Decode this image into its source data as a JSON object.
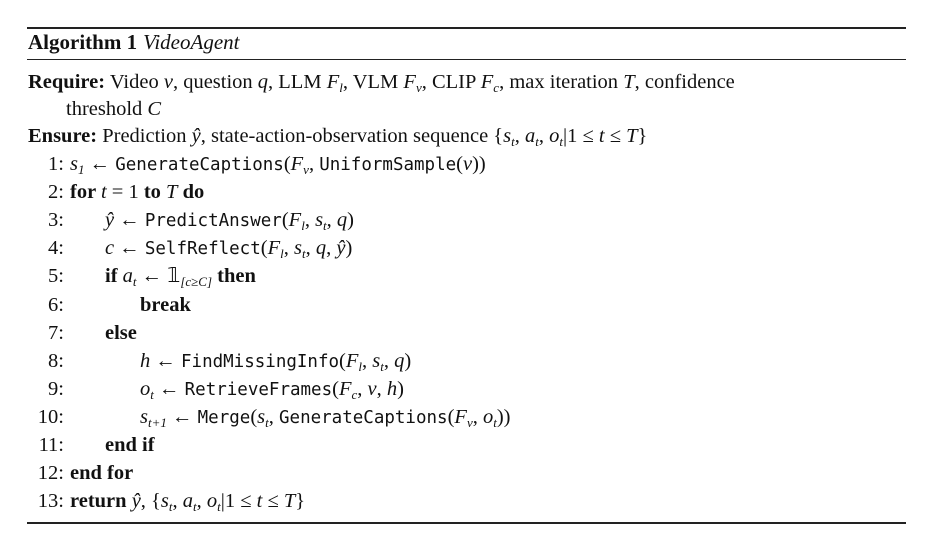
{
  "algorithm": {
    "label": "Algorithm 1",
    "name": "VideoAgent",
    "require_label": "Require:",
    "require": [
      [
        "rm",
        "Video "
      ],
      [
        "it",
        "v"
      ],
      [
        "rm",
        ", question "
      ],
      [
        "it",
        "q"
      ],
      [
        "rm",
        ", LLM "
      ],
      [
        "it",
        "F"
      ],
      [
        "sub",
        "l"
      ],
      [
        "rm",
        ", VLM "
      ],
      [
        "it",
        "F"
      ],
      [
        "sub",
        "v"
      ],
      [
        "rm",
        ", CLIP "
      ],
      [
        "it",
        "F"
      ],
      [
        "sub",
        "c"
      ],
      [
        "rm",
        ", max iteration "
      ],
      [
        "it",
        "T"
      ],
      [
        "rm",
        ", confidence"
      ]
    ],
    "require_cont": [
      [
        "rm",
        "threshold "
      ],
      [
        "it",
        "C"
      ]
    ],
    "ensure_label": "Ensure:",
    "ensure": [
      [
        "rm",
        "Prediction "
      ],
      [
        "it",
        "ŷ"
      ],
      [
        "rm",
        ", state-action-observation sequence {"
      ],
      [
        "it",
        "s"
      ],
      [
        "sub",
        "t"
      ],
      [
        "rm",
        ", "
      ],
      [
        "it",
        "a"
      ],
      [
        "sub",
        "t"
      ],
      [
        "rm",
        ", "
      ],
      [
        "it",
        "o"
      ],
      [
        "sub",
        "t"
      ],
      [
        "rm",
        "|1 ≤ "
      ],
      [
        "it",
        "t"
      ],
      [
        "rm",
        " ≤ "
      ],
      [
        "it",
        "T"
      ],
      [
        "rm",
        "}"
      ]
    ],
    "lines": [
      {
        "num": "1:",
        "indent": 0,
        "seg": [
          [
            "it",
            "s"
          ],
          [
            "sub",
            "1"
          ],
          [
            "rm",
            " ← "
          ],
          [
            "code",
            "GenerateCaptions"
          ],
          [
            "rm",
            "("
          ],
          [
            "it",
            "F"
          ],
          [
            "sub",
            "v"
          ],
          [
            "rm",
            ", "
          ],
          [
            "code",
            "UniformSample"
          ],
          [
            "rm",
            "("
          ],
          [
            "it",
            "v"
          ],
          [
            "rm",
            "))"
          ]
        ]
      },
      {
        "num": "2:",
        "indent": 0,
        "seg": [
          [
            "kw",
            "for "
          ],
          [
            "it",
            "t"
          ],
          [
            "rm",
            " = 1 "
          ],
          [
            "kw",
            "to "
          ],
          [
            "it",
            "T"
          ],
          [
            "kw",
            " do"
          ]
        ]
      },
      {
        "num": "3:",
        "indent": 1,
        "seg": [
          [
            "it",
            "ŷ"
          ],
          [
            "rm",
            " ← "
          ],
          [
            "code",
            "PredictAnswer"
          ],
          [
            "rm",
            "("
          ],
          [
            "it",
            "F"
          ],
          [
            "sub",
            "l"
          ],
          [
            "rm",
            ", "
          ],
          [
            "it",
            "s"
          ],
          [
            "sub",
            "t"
          ],
          [
            "rm",
            ", "
          ],
          [
            "it",
            "q"
          ],
          [
            "rm",
            ")"
          ]
        ]
      },
      {
        "num": "4:",
        "indent": 1,
        "seg": [
          [
            "it",
            "c"
          ],
          [
            "rm",
            " ← "
          ],
          [
            "code",
            "SelfReflect"
          ],
          [
            "rm",
            "("
          ],
          [
            "it",
            "F"
          ],
          [
            "sub",
            "l"
          ],
          [
            "rm",
            ", "
          ],
          [
            "it",
            "s"
          ],
          [
            "sub",
            "t"
          ],
          [
            "rm",
            ", "
          ],
          [
            "it",
            "q"
          ],
          [
            "rm",
            ", "
          ],
          [
            "it",
            "ŷ"
          ],
          [
            "rm",
            ")"
          ]
        ]
      },
      {
        "num": "5:",
        "indent": 1,
        "seg": [
          [
            "kw",
            "if "
          ],
          [
            "it",
            "a"
          ],
          [
            "sub",
            "t"
          ],
          [
            "rm",
            " ← 𝟙"
          ],
          [
            "sub",
            "[c≥C]"
          ],
          [
            "kw",
            " then"
          ]
        ]
      },
      {
        "num": "6:",
        "indent": 2,
        "seg": [
          [
            "kw",
            "break"
          ]
        ]
      },
      {
        "num": "7:",
        "indent": 1,
        "seg": [
          [
            "kw",
            "else"
          ]
        ]
      },
      {
        "num": "8:",
        "indent": 2,
        "seg": [
          [
            "it",
            "h"
          ],
          [
            "rm",
            " ← "
          ],
          [
            "code",
            "FindMissingInfo"
          ],
          [
            "rm",
            "("
          ],
          [
            "it",
            "F"
          ],
          [
            "sub",
            "l"
          ],
          [
            "rm",
            ", "
          ],
          [
            "it",
            "s"
          ],
          [
            "sub",
            "t"
          ],
          [
            "rm",
            ", "
          ],
          [
            "it",
            "q"
          ],
          [
            "rm",
            ")"
          ]
        ]
      },
      {
        "num": "9:",
        "indent": 2,
        "seg": [
          [
            "it",
            "o"
          ],
          [
            "sub",
            "t"
          ],
          [
            "rm",
            " ← "
          ],
          [
            "code",
            "RetrieveFrames"
          ],
          [
            "rm",
            "("
          ],
          [
            "it",
            "F"
          ],
          [
            "sub",
            "c"
          ],
          [
            "rm",
            ", "
          ],
          [
            "it",
            "v"
          ],
          [
            "rm",
            ", "
          ],
          [
            "it",
            "h"
          ],
          [
            "rm",
            ")"
          ]
        ]
      },
      {
        "num": "10:",
        "indent": 2,
        "seg": [
          [
            "it",
            "s"
          ],
          [
            "sub",
            "t+1"
          ],
          [
            "rm",
            " ← "
          ],
          [
            "code",
            "Merge"
          ],
          [
            "rm",
            "("
          ],
          [
            "it",
            "s"
          ],
          [
            "sub",
            "t"
          ],
          [
            "rm",
            ", "
          ],
          [
            "code",
            "GenerateCaptions"
          ],
          [
            "rm",
            "("
          ],
          [
            "it",
            "F"
          ],
          [
            "sub",
            "v"
          ],
          [
            "rm",
            ", "
          ],
          [
            "it",
            "o"
          ],
          [
            "sub",
            "t"
          ],
          [
            "rm",
            "))"
          ]
        ]
      },
      {
        "num": "11:",
        "indent": 1,
        "seg": [
          [
            "kw",
            "end if"
          ]
        ]
      },
      {
        "num": "12:",
        "indent": 0,
        "seg": [
          [
            "kw",
            "end for"
          ]
        ]
      },
      {
        "num": "13:",
        "indent": 0,
        "seg": [
          [
            "kw",
            "return "
          ],
          [
            "it",
            "ŷ"
          ],
          [
            "rm",
            ", {"
          ],
          [
            "it",
            "s"
          ],
          [
            "sub",
            "t"
          ],
          [
            "rm",
            ", "
          ],
          [
            "it",
            "a"
          ],
          [
            "sub",
            "t"
          ],
          [
            "rm",
            ", "
          ],
          [
            "it",
            "o"
          ],
          [
            "sub",
            "t"
          ],
          [
            "rm",
            "|1 ≤ "
          ],
          [
            "it",
            "t"
          ],
          [
            "rm",
            " ≤ "
          ],
          [
            "it",
            "T"
          ],
          [
            "rm",
            "}"
          ]
        ]
      }
    ]
  }
}
